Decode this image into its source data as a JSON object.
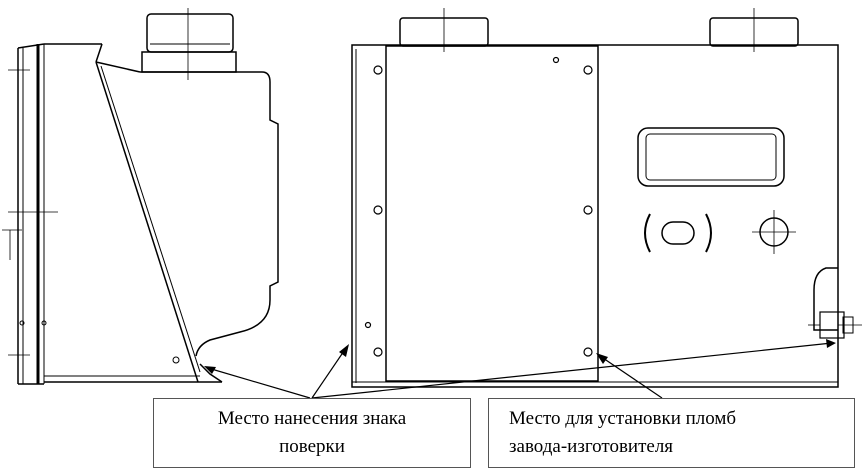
{
  "labels": {
    "verification_mark": {
      "line1": "Место нанесения знака",
      "line2": "поверки"
    },
    "manufacturer_seal": {
      "line1": "Место для установки пломб",
      "line2": "завода-изготовителя"
    }
  }
}
